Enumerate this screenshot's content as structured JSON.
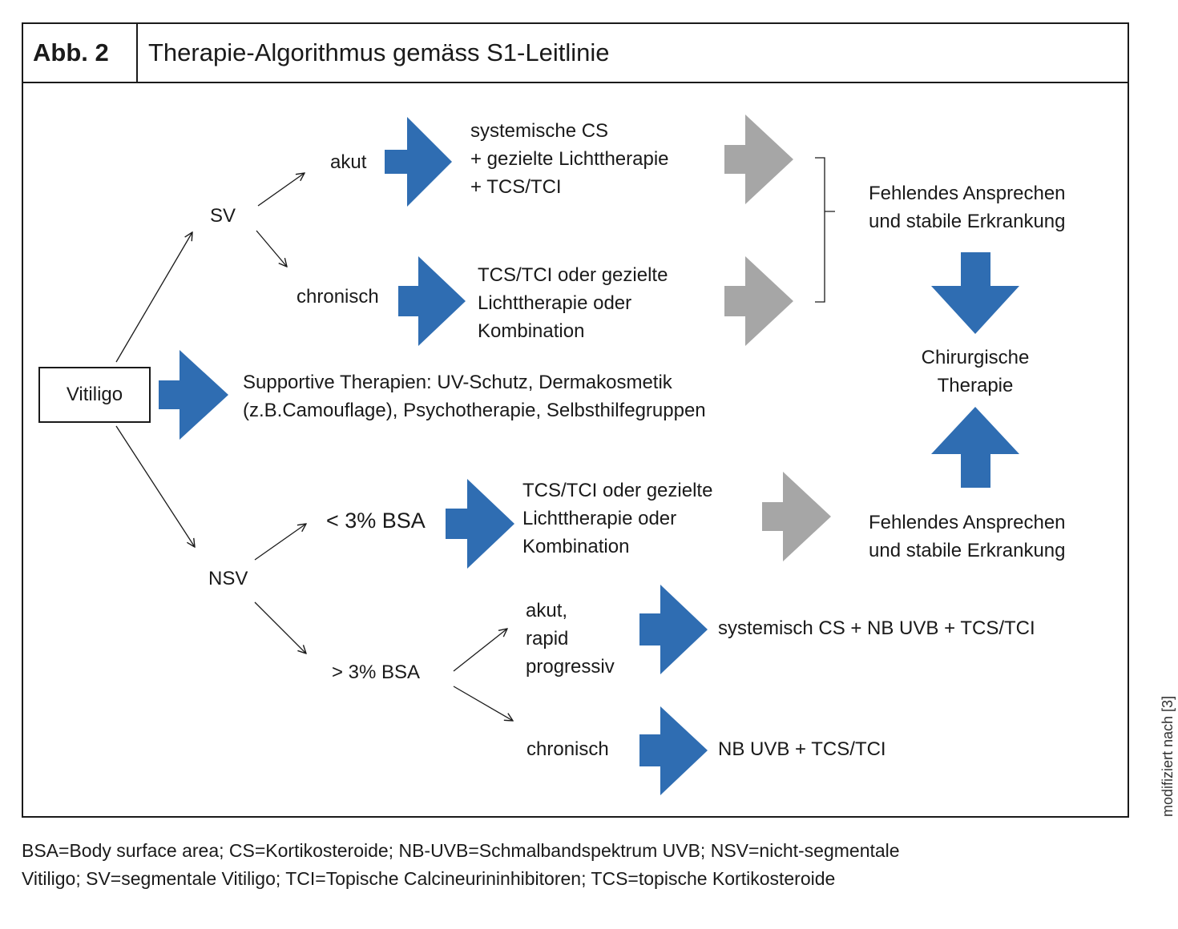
{
  "header": {
    "figure_label": "Abb. 2",
    "title": "Therapie-Algorithmus gemäss S1-Leitlinie"
  },
  "nodes": {
    "vitiligo": "Vitiligo",
    "sv": "SV",
    "sv_akut": "akut",
    "sv_chronisch": "chronisch",
    "sv_akut_therapy": "systemische CS\n+ gezielte Lichttherapie\n+ TCS/TCI",
    "sv_chronisch_therapy": "TCS/TCI oder gezielte\nLichttherapie oder\nKombination",
    "supportive": "Supportive Therapien: UV-Schutz, Dermakosmetik\n(z.B.Camouflage), Psychotherapie, Selbsthilfegruppen",
    "nsv": "NSV",
    "nsv_small": "< 3% BSA",
    "nsv_small_therapy": "TCS/TCI oder gezielte\nLichttherapie oder\nKombination",
    "nsv_large": "> 3% BSA",
    "nsv_large_akut": "akut,\nrapid\nprogressiv",
    "nsv_large_chronisch": "chronisch",
    "nsv_large_akut_therapy": "systemisch CS + NB UVB + TCS/TCI",
    "nsv_large_chronisch_therapy": "NB UVB + TCS/TCI",
    "failure_top": "Fehlendes Ansprechen\nund stabile Erkrankung",
    "failure_bottom": "Fehlendes Ansprechen\nund stabile Erkrankung",
    "surgery": "Chirurgische\nTherapie"
  },
  "colors": {
    "blue_arrow": "#2f6db2",
    "gray_arrow": "#a6a6a6"
  },
  "credit": "modifiziert nach [3]",
  "legend": "BSA=Body surface area; CS=Kortikosteroide; NB-UVB=Schmalbandspektrum UVB; NSV=nicht-segmentale\nVitiligo; SV=segmentale Vitiligo; TCI=Topische Calcineurininhibitoren; TCS=topische Kortikosteroide"
}
